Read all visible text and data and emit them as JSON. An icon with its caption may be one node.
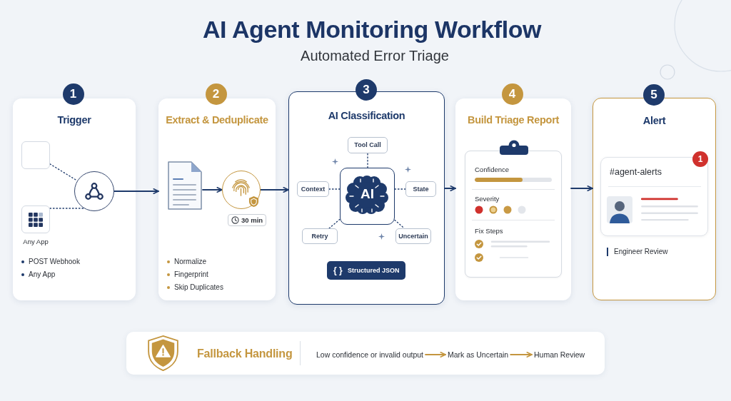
{
  "diagram": {
    "title": "AI Agent Monitoring Workflow",
    "nodes": [
      {
        "text": [
          "1",
          "Trigger",
          "POST Webhook",
          "Any App"
        ]
      },
      {
        "text": [],
        "shape": "box",
        "in": 0
      },
      {
        "text": [
          "Any App"
        ],
        "in": 0
      },
      {
        "text": [],
        "shape": "circle",
        "in": 0
      },
      {
        "text": [
          "2",
          "Extract & Deduplicate",
          "Normalize",
          "Fingerprint",
          "Skip Duplicates"
        ]
      },
      {
        "text": [],
        "shape": "picture",
        "in": 4
      },
      {
        "text": [],
        "shape": "circle",
        "in": 4,
        "beside": [
          "30 min"
        ]
      },
      {
        "text": [
          "3",
          "AI Classification"
        ]
      },
      {
        "text": [
          "Tool Call"
        ],
        "in": 7
      },
      {
        "text": [
          "Context"
        ],
        "in": 7
      },
      {
        "text": [
          "AI"
        ],
        "in": 7
      },
      {
        "text": [
          "State"
        ],
        "in": 7
      },
      {
        "text": [
          "Retry"
        ],
        "in": 7
      },
      {
        "text": [
          "Uncertain"
        ],
        "in": 7
      },
      {
        "text": [
          "{ }",
          "Structured JSON"
        ],
        "in": 7
      },
      {
        "text": [
          "4",
          "Build Triage Report"
        ]
      },
      {
        "text": [
          "Confidence",
          "Severity",
          "Fix Steps"
        ],
        "in": 15
      },
      {
        "text": [
          "5",
          "Alert",
          "Engineer Review"
        ]
      },
      {
        "text": [
          "#agent-alerts",
          "1"
        ],
        "in": 17
      },
      {
        "text": [
          "Fallback Handling"
        ]
      },
      {
        "text": [
          "Low confidence or invalid output"
        ],
        "in": 19
      },
      {
        "text": [
          "Mark as Uncertain"
        ],
        "in": 19
      },
      {
        "text": [
          "Human Review"
        ],
        "in": 19
      }
    ],
    "edges": [
      {
        "from": 1,
        "to": 3,
        "arrow": "none",
        "style": "dashed"
      },
      {
        "from": 2,
        "to": 3,
        "arrow": "none",
        "style": "dashed"
      },
      {
        "from": 3,
        "to": 4,
        "arrow": "to"
      },
      {
        "from": 5,
        "to": 6,
        "arrow": "to"
      },
      {
        "from": 6,
        "to": 7,
        "arrow": "to"
      },
      {
        "from": 10,
        "to": 8,
        "arrow": "none",
        "style": "dashed"
      },
      {
        "from": 10,
        "to": 9,
        "arrow": "none",
        "style": "dashed"
      },
      {
        "from": 10,
        "to": 11,
        "arrow": "none",
        "style": "dashed"
      },
      {
        "from": 10,
        "to": 12,
        "arrow": "none",
        "style": "dashed"
      },
      {
        "from": 10,
        "to": 13,
        "arrow": "none",
        "style": "dashed"
      },
      {
        "from": 7,
        "to": 15,
        "arrow": "to"
      },
      {
        "from": 15,
        "to": 17,
        "arrow": "to"
      },
      {
        "from": 20,
        "to": 21,
        "arrow": "to",
        "color": "#c4963f"
      },
      {
        "from": 21,
        "to": 22,
        "arrow": "to",
        "color": "#c4963f"
      }
    ],
    "labels": [
      "Automated Error Triage"
    ]
  }
}
